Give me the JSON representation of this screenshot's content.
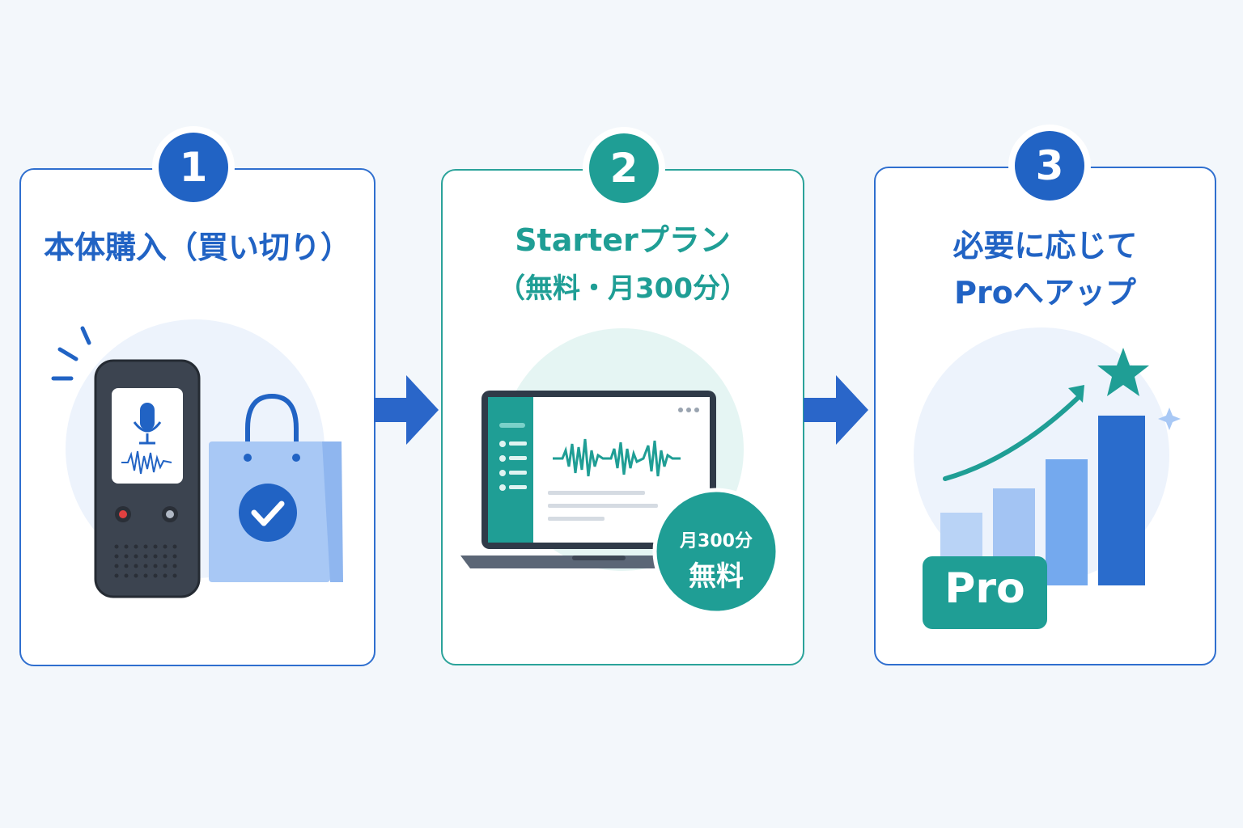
{
  "steps": [
    {
      "number": "1",
      "title": "本体購入（買い切り）"
    },
    {
      "number": "2",
      "title_line1": "Starterプラン",
      "title_line2": "（無料・月300分）",
      "badge_line1": "月300分",
      "badge_line2": "無料"
    },
    {
      "number": "3",
      "title_line1": "必要に応じて",
      "title_line2": "Proへアップ",
      "pro_label": "Pro"
    }
  ],
  "colors": {
    "blue": "#2163c4",
    "teal": "#1f9e95",
    "light_blue": "#a8c8f5",
    "background": "#f3f7fb"
  }
}
